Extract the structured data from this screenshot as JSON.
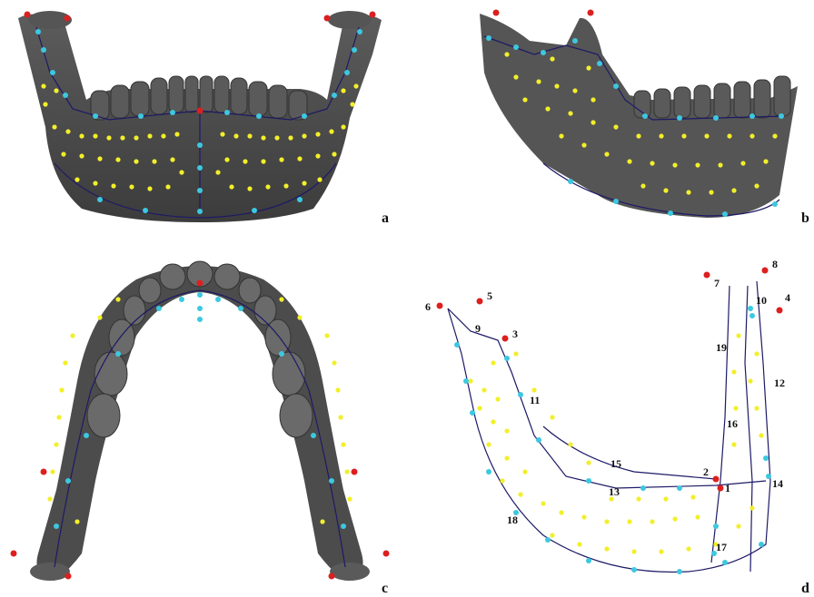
{
  "panels": {
    "a": {
      "label": "a"
    },
    "b": {
      "label": "b"
    },
    "c": {
      "label": "c"
    },
    "d": {
      "label": "d"
    }
  },
  "landmark_numbers": [
    "1",
    "2",
    "3",
    "4",
    "5",
    "6",
    "7",
    "8",
    "9",
    "10",
    "11",
    "12",
    "13",
    "14",
    "15",
    "16",
    "17",
    "18",
    "19"
  ],
  "colors": {
    "bone": "#4a4a4a",
    "bone_light": "#6e6e6e",
    "tooth": "#5a5a5a",
    "semi_landmark": "#f2ef2a",
    "curve_landmark": "#3cc8e0",
    "fixed_landmark": "#dd1f1f",
    "curve_line": "#1d1a66"
  }
}
